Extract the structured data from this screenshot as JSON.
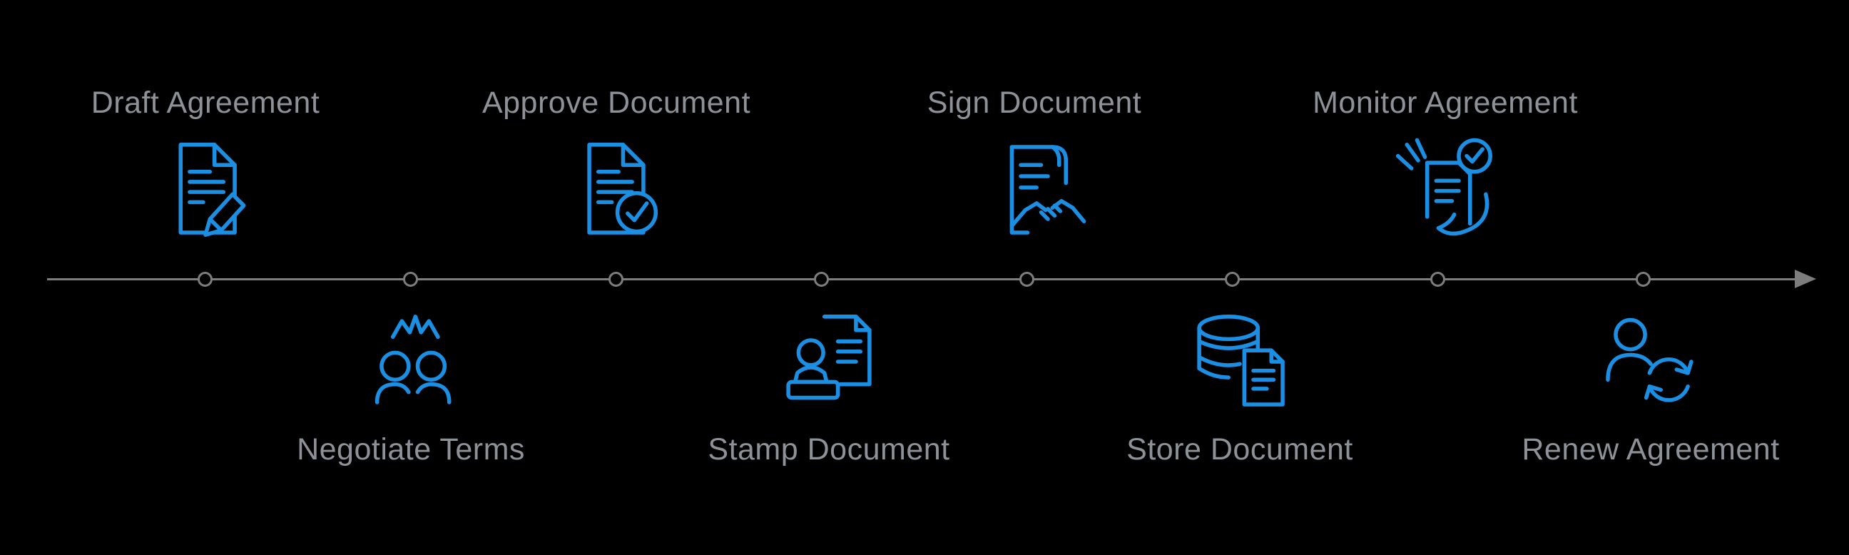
{
  "colors": {
    "background": "#000000",
    "accent": "#1a8fe3",
    "label": "#8d9298",
    "line": "#7d7d7d"
  },
  "timeline": {
    "direction": "left-to-right",
    "node_count": 8,
    "steps": [
      {
        "label": "Draft Agreement",
        "icon": "document-pencil",
        "side": "top"
      },
      {
        "label": "Negotiate Terms",
        "icon": "negotiation-people",
        "side": "bottom"
      },
      {
        "label": "Approve Document",
        "icon": "document-check",
        "side": "top"
      },
      {
        "label": "Stamp Document",
        "icon": "stamp-document",
        "side": "bottom"
      },
      {
        "label": "Sign Document",
        "icon": "document-handshake",
        "side": "top"
      },
      {
        "label": "Store Document",
        "icon": "database-document",
        "side": "bottom"
      },
      {
        "label": "Monitor Agreement",
        "icon": "hands-document-check",
        "side": "top"
      },
      {
        "label": "Renew Agreement",
        "icon": "person-refresh",
        "side": "bottom"
      }
    ]
  }
}
